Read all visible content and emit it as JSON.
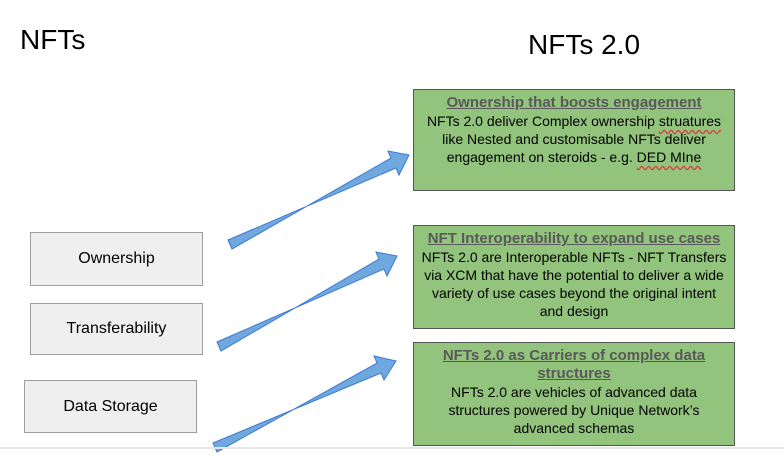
{
  "titles": {
    "left": "NFTs",
    "right": "NFTs 2.0"
  },
  "left_boxes": [
    {
      "label": "Ownership"
    },
    {
      "label": "Transferability"
    },
    {
      "label": "Data Storage"
    }
  ],
  "cards": [
    {
      "heading": "Ownership that boosts engagement",
      "body_pre": "NFTs 2.0 deliver Complex ownership ",
      "body_err1": "struatures",
      "body_mid": " like Nested and customisable NFTs deliver engagement on steroids - e.g. ",
      "body_err2": "DED MIne",
      "body_post": ""
    },
    {
      "heading": "NFT Interoperability to expand use cases",
      "body": "NFTs 2.0 are Interoperable NFTs - NFT Transfers via XCM that have the potential to deliver a wide variety of use cases beyond the original intent and design"
    },
    {
      "heading": "NFTs 2.0 as Carriers of complex data structures",
      "body": "NFTs 2.0 are vehicles of advanced data structures powered by Unique Network’s advanced schemas"
    }
  ],
  "colors": {
    "card_fill": "#93c47d",
    "arrow_fill": "#6fa8dc",
    "arrow_stroke": "#3c78d8",
    "left_box_fill": "#efefef"
  },
  "icons": {
    "connector": "arrow-right-up-icon"
  }
}
